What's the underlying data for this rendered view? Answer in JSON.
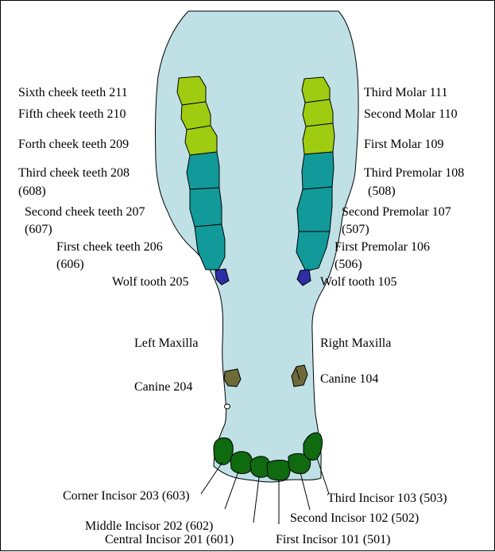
{
  "colors": {
    "palate": "#bfe1e5",
    "molar": "#9fcc10",
    "premolar": "#12999a",
    "wolf": "#2d2da5",
    "canine": "#6e6a3a",
    "incisor": "#0f6a10"
  },
  "left": {
    "sixth_cheek": "Sixth cheek teeth 211",
    "fifth_cheek": "Fifth cheek teeth 210",
    "fourth_cheek": "Forth cheek teeth 209",
    "third_cheek": "Third cheek teeth 208",
    "third_cheek_alt": "(608)",
    "second_cheek": "Second cheek teeth 207",
    "second_cheek_alt": "(607)",
    "first_cheek": "First cheek teeth 206",
    "first_cheek_alt": "(606)",
    "wolf_tooth": "Wolf tooth 205",
    "maxilla": "Left Maxilla",
    "canine": "Canine 204"
  },
  "right": {
    "third_molar": "Third Molar 111",
    "second_molar": "Second Molar 110",
    "first_molar": "First Molar 109",
    "third_premolar": "Third Premolar 108",
    "third_premolar_alt": "(508)",
    "second_premolar": "Second Premolar 107",
    "second_premolar_alt": "(507)",
    "first_premolar": "First Premolar 106",
    "first_premolar_alt": "(506)",
    "wolf_tooth": "Wolf tooth 105",
    "maxilla": "Right Maxilla",
    "canine": "Canine 104"
  },
  "incisors": {
    "corner": "Corner Incisor 203 (603)",
    "middle": "Middle Incisor 202 (602)",
    "central": "Central Incisor 201 (601)",
    "first": "First Incisor 101 (501)",
    "second": "Second Incisor 102 (502)",
    "third": "Third Incisor 103 (503)"
  }
}
